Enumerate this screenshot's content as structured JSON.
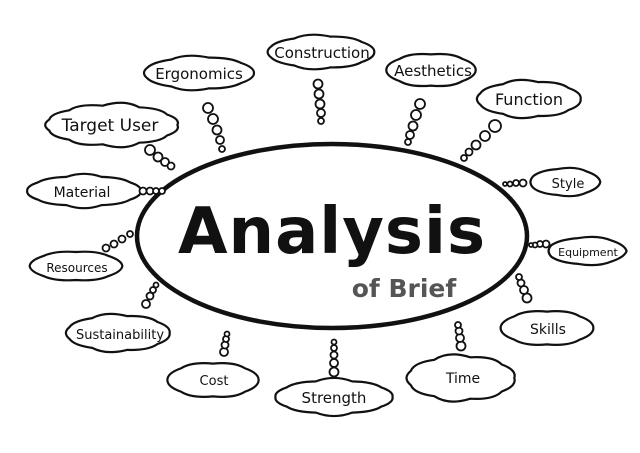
{
  "center": {
    "title": "Analysis",
    "subtitle": "of Brief"
  },
  "topics": [
    {
      "id": "ergonomics",
      "label": "Ergonomics"
    },
    {
      "id": "construction",
      "label": "Construction"
    },
    {
      "id": "aesthetics",
      "label": "Aesthetics"
    },
    {
      "id": "function",
      "label": "Function"
    },
    {
      "id": "target-user",
      "label": "Target User"
    },
    {
      "id": "material",
      "label": "Material"
    },
    {
      "id": "style",
      "label": "Style"
    },
    {
      "id": "equipment",
      "label": "Equipment"
    },
    {
      "id": "resources",
      "label": "Resources"
    },
    {
      "id": "skills",
      "label": "Skills"
    },
    {
      "id": "sustainability",
      "label": "Sustainability"
    },
    {
      "id": "cost",
      "label": "Cost"
    },
    {
      "id": "strength",
      "label": "Strength"
    },
    {
      "id": "time",
      "label": "Time"
    }
  ],
  "colors": {
    "ink": "#111111",
    "subtitle": "#555555",
    "background": "#ffffff"
  }
}
